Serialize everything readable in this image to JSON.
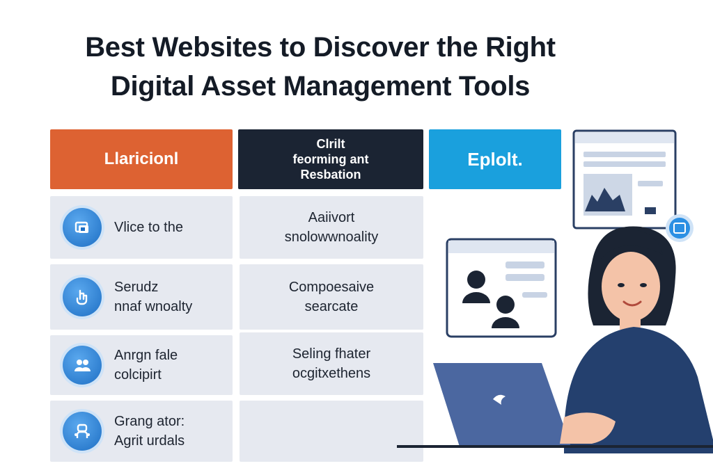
{
  "title": {
    "line1": "Best Websites to Discover the Right",
    "line2": "Digital Asset Management Tools"
  },
  "colors": {
    "orange": "#dd6232",
    "navy": "#1b2433",
    "blue": "#1aa0dd",
    "row_bg": "#e6e9f0"
  },
  "columns": [
    {
      "label": "Llaricionl"
    },
    {
      "lines": [
        "Clrilt",
        "feorming ant",
        "Resbation"
      ]
    },
    {
      "label": "Eplolt."
    }
  ],
  "rows": [
    {
      "icon": "image-stack-icon",
      "left": [
        "Vlice to the"
      ],
      "right": [
        "Aaiivort",
        "snolowwnoality"
      ]
    },
    {
      "icon": "hand-pointer-icon",
      "left": [
        "Serudz",
        "nnaf wnoalty"
      ],
      "right": [
        "Compoesaive",
        "searcate"
      ]
    },
    {
      "icon": "user-group-icon",
      "left": [
        "Anrgn fale",
        "colcipirt"
      ],
      "right": [
        "Seling fhater",
        "ocgitxethens"
      ]
    },
    {
      "icon": "robot-agent-icon",
      "left": [
        "Grang ator:",
        "Agrit urdals"
      ],
      "right": []
    }
  ],
  "illustration": {
    "badge_icon": "translate-icon"
  }
}
